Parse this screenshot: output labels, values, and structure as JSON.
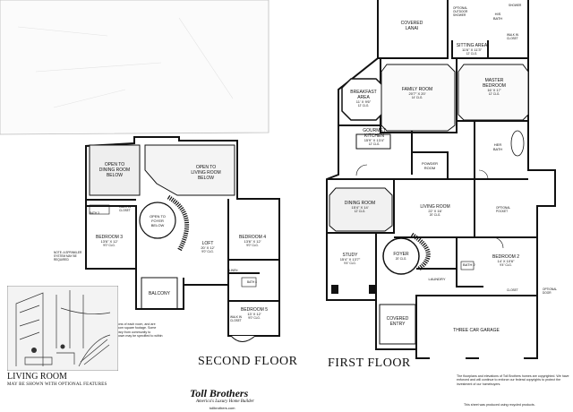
{
  "floors": {
    "second_floor_label": "SECOND FLOOR",
    "first_floor_label": "FIRST FLOOR"
  },
  "second_floor_rooms": {
    "open_dining": [
      "OPEN TO",
      "DINING ROOM",
      "BELOW"
    ],
    "open_living": [
      "OPEN TO",
      "LIVING ROOM",
      "BELOW"
    ],
    "bath3": "BATH 3",
    "walkin_closet": [
      "WALK IN",
      "CLOSET"
    ],
    "open_foyer": [
      "OPEN TO",
      "FOYER",
      "BELOW"
    ],
    "bedroom3": [
      "BEDROOM 3",
      "13'6\" X 12'",
      "9'0\" CLG."
    ],
    "bedroom4": [
      "BEDROOM 4",
      "13'6\" X 12'",
      "9'0\" CLG."
    ],
    "loft": [
      "LOFT",
      "20' X 12'",
      "9'0\" CLG."
    ],
    "bath4": "BATH 4",
    "balcony": "BALCONY",
    "bedroom5": [
      "BEDROOM 5",
      "13' X 12'",
      "9'0\" CLG."
    ],
    "walkin_closet_2": [
      "WALK IN",
      "CLOSET"
    ],
    "linen": "LINEN",
    "note": [
      "NOTE: A SPRINKLER",
      "SYSTEM MAY BE",
      "REQUIRED"
    ]
  },
  "first_floor_rooms": {
    "covered_lanai": [
      "COVERED",
      "LANAI"
    ],
    "his_bath": [
      "HIS",
      "BATH"
    ],
    "shower": "SHOWER",
    "walkin_closet": [
      "WALK IN",
      "CLOSET"
    ],
    "optional_outdoor_shower": [
      "OPTIONAL",
      "OUTDOOR",
      "SHOWER"
    ],
    "sitting_area": [
      "SITTING AREA",
      "11'6\" X 11'3\"",
      "12' CLG."
    ],
    "breakfast": [
      "BREAKFAST",
      "AREA",
      "11' X 9'6\"",
      "12' CLG."
    ],
    "family_room": [
      "FAMILY ROOM",
      "20'7\" X 20'",
      "14' CLG."
    ],
    "master_bedroom": [
      "MASTER",
      "BEDROOM",
      "16' X 17'",
      "12' CLG."
    ],
    "gourmet_kitchen": [
      "GOURMET",
      "KITCHEN",
      "15'9\" X 13'4\"",
      "12' CLG."
    ],
    "her_bath": [
      "HER",
      "BATH"
    ],
    "powder_room": [
      "POWDER",
      "ROOM"
    ],
    "dining_room": [
      "DINING ROOM",
      "15'4\" X 14'",
      "12' CLG."
    ],
    "living_room": [
      "LIVING ROOM",
      "22' X 16'",
      "20' CLG."
    ],
    "optional_pocket": [
      "OPTIONAL",
      "POCKET"
    ],
    "study": [
      "STUDY",
      "15'4\" X 13'7\"",
      "9'4\" CLG."
    ],
    "foyer": [
      "FOYER",
      "20' CLG."
    ],
    "bath2": "BATH 2",
    "bedroom2": [
      "BEDROOM 2",
      "14' X 10'6\"",
      "9'4\" CLG."
    ],
    "laundry": "LAUNDRY",
    "closet": "CLOSET",
    "optional_door": [
      "OPTIONAL",
      "DOOR"
    ],
    "covered_entry": [
      "COVERED",
      "ENTRY"
    ],
    "three_car_garage": "THREE CAR GARAGE"
  },
  "living_room_caption": {
    "title": "LIVING ROOM",
    "subtitle": "MAY BE SHOWN WITH OPTIONAL FEATURES"
  },
  "brand": {
    "name": "Toll Brothers",
    "tagline": "America's Luxury Home Builder",
    "url": "tollbrothers.com"
  },
  "disclaimer_left": "All room dimensions are approximate, shown to the maximum dimensions of each room, and are subject to field variation. Dimensions should not be used to calculate room square footage. Some windows and floor plans may vary with elevation. Some features may vary from community to community. Please consult a Sales Manager for details. Dimensions shown may be specified to within 6\".",
  "disclaimer_right": "The floorplans and elevations of Toll Brothers homes are copyrighted. We have enforced and will continue to enforce our federal copyrights to protect the investment of our homebuyers.",
  "recycled_note": "This sheet was produced using recycled products.",
  "colors": {
    "ink": "#111111",
    "paper": "#ffffff",
    "shade": "#d9d9d9"
  }
}
